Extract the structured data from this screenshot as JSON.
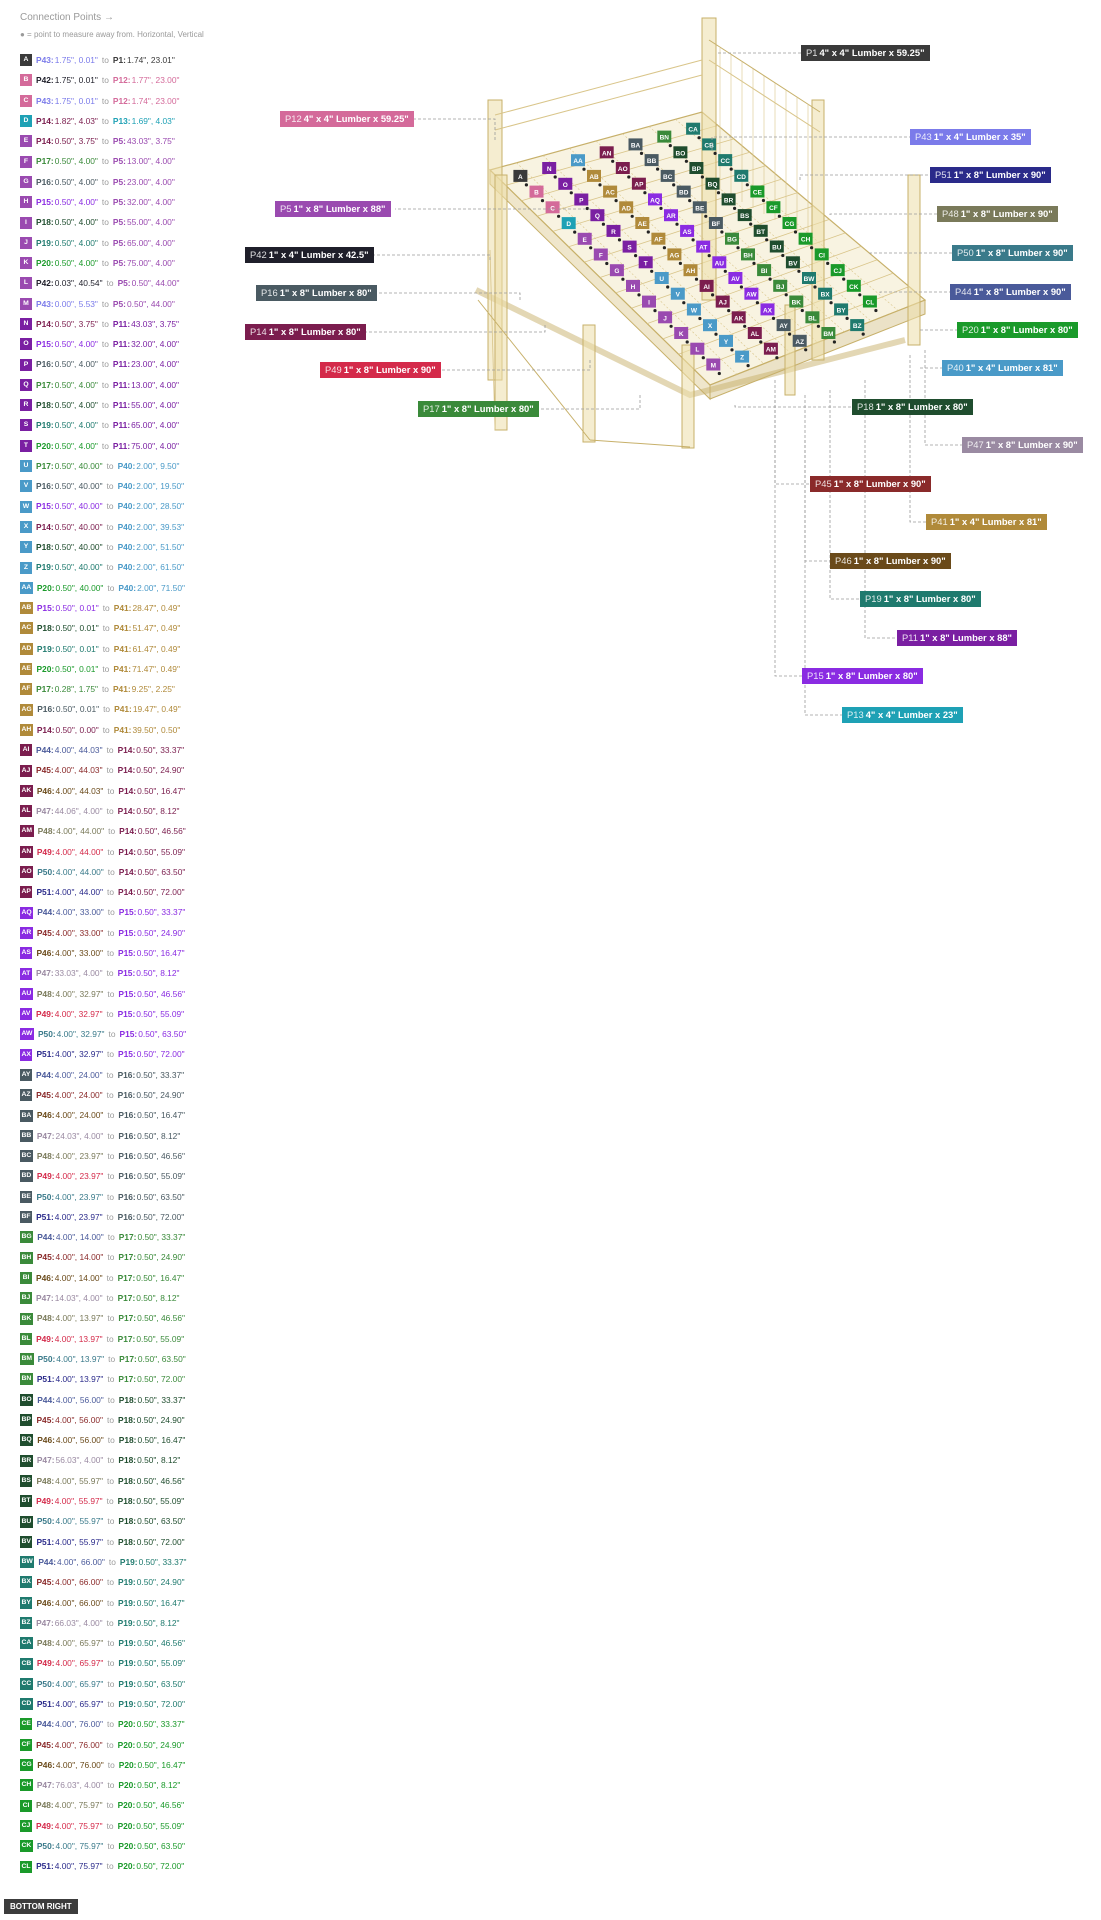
{
  "header": {
    "title": "Connection Points →",
    "note": "● = point to measure away from. Horizontal, Vertical"
  },
  "colors": {
    "P1": "#3a3a3a",
    "P11": "#7a1fa2",
    "P12": "#d46a9a",
    "P13": "#1ea1b5",
    "P14": "#7b1d4e",
    "P15": "#8a2be2",
    "P16": "#4a5a62",
    "P17": "#3a8a3a",
    "P18": "#1f4d2e",
    "P19": "#1f7a6e",
    "P20": "#1a9a2a",
    "P40": "#4a9ac8",
    "P41": "#b08a3a",
    "P42": "#1f1f2a",
    "P43": "#7b7bea",
    "P44": "#4a5a9a",
    "P45": "#8a2a2a",
    "P46": "#6a4a1a",
    "P47": "#9a8aa2",
    "P48": "#7a7a5a",
    "P49": "#d42a4a",
    "P5": "#9a4ab0",
    "P50": "#3a7a8a",
    "P51": "#2a2a8a"
  },
  "connections": [
    {
      "id": "A",
      "a": "P43",
      "ac": "1.75\", 0.01\"",
      "b": "P1",
      "bc": "1.74\", 23.01\""
    },
    {
      "id": "B",
      "a": "P42",
      "ac": "1.75\", 0.01\"",
      "b": "P12",
      "bc": "1.77\", 23.00\""
    },
    {
      "id": "C",
      "a": "P43",
      "ac": "1.75\", 0.01\"",
      "b": "P12",
      "bc": "1.74\", 23.00\""
    },
    {
      "id": "D",
      "a": "P14",
      "ac": "1.82\", 4.03\"",
      "b": "P13",
      "bc": "1.69\", 4.03\""
    },
    {
      "id": "E",
      "a": "P14",
      "ac": "0.50\", 3.75\"",
      "b": "P5",
      "bc": "43.03\", 3.75\""
    },
    {
      "id": "F",
      "a": "P17",
      "ac": "0.50\", 4.00\"",
      "b": "P5",
      "bc": "13.00\", 4.00\""
    },
    {
      "id": "G",
      "a": "P16",
      "ac": "0.50\", 4.00\"",
      "b": "P5",
      "bc": "23.00\", 4.00\""
    },
    {
      "id": "H",
      "a": "P15",
      "ac": "0.50\", 4.00\"",
      "b": "P5",
      "bc": "32.00\", 4.00\""
    },
    {
      "id": "I",
      "a": "P18",
      "ac": "0.50\", 4.00\"",
      "b": "P5",
      "bc": "55.00\", 4.00\""
    },
    {
      "id": "J",
      "a": "P19",
      "ac": "0.50\", 4.00\"",
      "b": "P5",
      "bc": "65.00\", 4.00\""
    },
    {
      "id": "K",
      "a": "P20",
      "ac": "0.50\", 4.00\"",
      "b": "P5",
      "bc": "75.00\", 4.00\""
    },
    {
      "id": "L",
      "a": "P42",
      "ac": "0.03\", 40.54\"",
      "b": "P5",
      "bc": "0.50\", 44.00\""
    },
    {
      "id": "M",
      "a": "P43",
      "ac": "0.00\", 5.53\"",
      "b": "P5",
      "bc": "0.50\", 44.00\""
    },
    {
      "id": "N",
      "a": "P14",
      "ac": "0.50\", 3.75\"",
      "b": "P11",
      "bc": "43.03\", 3.75\""
    },
    {
      "id": "O",
      "a": "P15",
      "ac": "0.50\", 4.00\"",
      "b": "P11",
      "bc": "32.00\", 4.00\""
    },
    {
      "id": "P",
      "a": "P16",
      "ac": "0.50\", 4.00\"",
      "b": "P11",
      "bc": "23.00\", 4.00\""
    },
    {
      "id": "Q",
      "a": "P17",
      "ac": "0.50\", 4.00\"",
      "b": "P11",
      "bc": "13.00\", 4.00\""
    },
    {
      "id": "R",
      "a": "P18",
      "ac": "0.50\", 4.00\"",
      "b": "P11",
      "bc": "55.00\", 4.00\""
    },
    {
      "id": "S",
      "a": "P19",
      "ac": "0.50\", 4.00\"",
      "b": "P11",
      "bc": "65.00\", 4.00\""
    },
    {
      "id": "T",
      "a": "P20",
      "ac": "0.50\", 4.00\"",
      "b": "P11",
      "bc": "75.00\", 4.00\""
    },
    {
      "id": "U",
      "a": "P17",
      "ac": "0.50\", 40.00\"",
      "b": "P40",
      "bc": "2.00\", 9.50\""
    },
    {
      "id": "V",
      "a": "P16",
      "ac": "0.50\", 40.00\"",
      "b": "P40",
      "bc": "2.00\", 19.50\""
    },
    {
      "id": "W",
      "a": "P15",
      "ac": "0.50\", 40.00\"",
      "b": "P40",
      "bc": "2.00\", 28.50\""
    },
    {
      "id": "X",
      "a": "P14",
      "ac": "0.50\", 40.00\"",
      "b": "P40",
      "bc": "2.00\", 39.53\""
    },
    {
      "id": "Y",
      "a": "P18",
      "ac": "0.50\", 40.00\"",
      "b": "P40",
      "bc": "2.00\", 51.50\""
    },
    {
      "id": "Z",
      "a": "P19",
      "ac": "0.50\", 40.00\"",
      "b": "P40",
      "bc": "2.00\", 61.50\""
    },
    {
      "id": "AA",
      "a": "P20",
      "ac": "0.50\", 40.00\"",
      "b": "P40",
      "bc": "2.00\", 71.50\""
    },
    {
      "id": "AB",
      "a": "P15",
      "ac": "0.50\", 0.01\"",
      "b": "P41",
      "bc": "28.47\", 0.49\""
    },
    {
      "id": "AC",
      "a": "P18",
      "ac": "0.50\", 0.01\"",
      "b": "P41",
      "bc": "51.47\", 0.49\""
    },
    {
      "id": "AD",
      "a": "P19",
      "ac": "0.50\", 0.01\"",
      "b": "P41",
      "bc": "61.47\", 0.49\""
    },
    {
      "id": "AE",
      "a": "P20",
      "ac": "0.50\", 0.01\"",
      "b": "P41",
      "bc": "71.47\", 0.49\""
    },
    {
      "id": "AF",
      "a": "P17",
      "ac": "0.28\", 1.75\"",
      "b": "P41",
      "bc": "9.25\", 2.25\""
    },
    {
      "id": "AG",
      "a": "P16",
      "ac": "0.50\", 0.01\"",
      "b": "P41",
      "bc": "19.47\", 0.49\""
    },
    {
      "id": "AH",
      "a": "P14",
      "ac": "0.50\", 0.00\"",
      "b": "P41",
      "bc": "39.50\", 0.50\""
    },
    {
      "id": "AI",
      "a": "P44",
      "ac": "4.00\", 44.03\"",
      "b": "P14",
      "bc": "0.50\", 33.37\""
    },
    {
      "id": "AJ",
      "a": "P45",
      "ac": "4.00\", 44.03\"",
      "b": "P14",
      "bc": "0.50\", 24.90\""
    },
    {
      "id": "AK",
      "a": "P46",
      "ac": "4.00\", 44.03\"",
      "b": "P14",
      "bc": "0.50\", 16.47\""
    },
    {
      "id": "AL",
      "a": "P47",
      "ac": "44.06\", 4.00\"",
      "b": "P14",
      "bc": "0.50\", 8.12\""
    },
    {
      "id": "AM",
      "a": "P48",
      "ac": "4.00\", 44.00\"",
      "b": "P14",
      "bc": "0.50\", 46.56\""
    },
    {
      "id": "AN",
      "a": "P49",
      "ac": "4.00\", 44.00\"",
      "b": "P14",
      "bc": "0.50\", 55.09\""
    },
    {
      "id": "AO",
      "a": "P50",
      "ac": "4.00\", 44.00\"",
      "b": "P14",
      "bc": "0.50\", 63.50\""
    },
    {
      "id": "AP",
      "a": "P51",
      "ac": "4.00\", 44.00\"",
      "b": "P14",
      "bc": "0.50\", 72.00\""
    },
    {
      "id": "AQ",
      "a": "P44",
      "ac": "4.00\", 33.00\"",
      "b": "P15",
      "bc": "0.50\", 33.37\""
    },
    {
      "id": "AR",
      "a": "P45",
      "ac": "4.00\", 33.00\"",
      "b": "P15",
      "bc": "0.50\", 24.90\""
    },
    {
      "id": "AS",
      "a": "P46",
      "ac": "4.00\", 33.00\"",
      "b": "P15",
      "bc": "0.50\", 16.47\""
    },
    {
      "id": "AT",
      "a": "P47",
      "ac": "33.03\", 4.00\"",
      "b": "P15",
      "bc": "0.50\", 8.12\""
    },
    {
      "id": "AU",
      "a": "P48",
      "ac": "4.00\", 32.97\"",
      "b": "P15",
      "bc": "0.50\", 46.56\""
    },
    {
      "id": "AV",
      "a": "P49",
      "ac": "4.00\", 32.97\"",
      "b": "P15",
      "bc": "0.50\", 55.09\""
    },
    {
      "id": "AW",
      "a": "P50",
      "ac": "4.00\", 32.97\"",
      "b": "P15",
      "bc": "0.50\", 63.50\""
    },
    {
      "id": "AX",
      "a": "P51",
      "ac": "4.00\", 32.97\"",
      "b": "P15",
      "bc": "0.50\", 72.00\""
    },
    {
      "id": "AY",
      "a": "P44",
      "ac": "4.00\", 24.00\"",
      "b": "P16",
      "bc": "0.50\", 33.37\""
    },
    {
      "id": "AZ",
      "a": "P45",
      "ac": "4.00\", 24.00\"",
      "b": "P16",
      "bc": "0.50\", 24.90\""
    },
    {
      "id": "BA",
      "a": "P46",
      "ac": "4.00\", 24.00\"",
      "b": "P16",
      "bc": "0.50\", 16.47\""
    },
    {
      "id": "BB",
      "a": "P47",
      "ac": "24.03\", 4.00\"",
      "b": "P16",
      "bc": "0.50\", 8.12\""
    },
    {
      "id": "BC",
      "a": "P48",
      "ac": "4.00\", 23.97\"",
      "b": "P16",
      "bc": "0.50\", 46.56\""
    },
    {
      "id": "BD",
      "a": "P49",
      "ac": "4.00\", 23.97\"",
      "b": "P16",
      "bc": "0.50\", 55.09\""
    },
    {
      "id": "BE",
      "a": "P50",
      "ac": "4.00\", 23.97\"",
      "b": "P16",
      "bc": "0.50\", 63.50\""
    },
    {
      "id": "BF",
      "a": "P51",
      "ac": "4.00\", 23.97\"",
      "b": "P16",
      "bc": "0.50\", 72.00\""
    },
    {
      "id": "BG",
      "a": "P44",
      "ac": "4.00\", 14.00\"",
      "b": "P17",
      "bc": "0.50\", 33.37\""
    },
    {
      "id": "BH",
      "a": "P45",
      "ac": "4.00\", 14.00\"",
      "b": "P17",
      "bc": "0.50\", 24.90\""
    },
    {
      "id": "BI",
      "a": "P46",
      "ac": "4.00\", 14.00\"",
      "b": "P17",
      "bc": "0.50\", 16.47\""
    },
    {
      "id": "BJ",
      "a": "P47",
      "ac": "14.03\", 4.00\"",
      "b": "P17",
      "bc": "0.50\", 8.12\""
    },
    {
      "id": "BK",
      "a": "P48",
      "ac": "4.00\", 13.97\"",
      "b": "P17",
      "bc": "0.50\", 46.56\""
    },
    {
      "id": "BL",
      "a": "P49",
      "ac": "4.00\", 13.97\"",
      "b": "P17",
      "bc": "0.50\", 55.09\""
    },
    {
      "id": "BM",
      "a": "P50",
      "ac": "4.00\", 13.97\"",
      "b": "P17",
      "bc": "0.50\", 63.50\""
    },
    {
      "id": "BN",
      "a": "P51",
      "ac": "4.00\", 13.97\"",
      "b": "P17",
      "bc": "0.50\", 72.00\""
    },
    {
      "id": "BO",
      "a": "P44",
      "ac": "4.00\", 56.00\"",
      "b": "P18",
      "bc": "0.50\", 33.37\""
    },
    {
      "id": "BP",
      "a": "P45",
      "ac": "4.00\", 56.00\"",
      "b": "P18",
      "bc": "0.50\", 24.90\""
    },
    {
      "id": "BQ",
      "a": "P46",
      "ac": "4.00\", 56.00\"",
      "b": "P18",
      "bc": "0.50\", 16.47\""
    },
    {
      "id": "BR",
      "a": "P47",
      "ac": "56.03\", 4.00\"",
      "b": "P18",
      "bc": "0.50\", 8.12\""
    },
    {
      "id": "BS",
      "a": "P48",
      "ac": "4.00\", 55.97\"",
      "b": "P18",
      "bc": "0.50\", 46.56\""
    },
    {
      "id": "BT",
      "a": "P49",
      "ac": "4.00\", 55.97\"",
      "b": "P18",
      "bc": "0.50\", 55.09\""
    },
    {
      "id": "BU",
      "a": "P50",
      "ac": "4.00\", 55.97\"",
      "b": "P18",
      "bc": "0.50\", 63.50\""
    },
    {
      "id": "BV",
      "a": "P51",
      "ac": "4.00\", 55.97\"",
      "b": "P18",
      "bc": "0.50\", 72.00\""
    },
    {
      "id": "BW",
      "a": "P44",
      "ac": "4.00\", 66.00\"",
      "b": "P19",
      "bc": "0.50\", 33.37\""
    },
    {
      "id": "BX",
      "a": "P45",
      "ac": "4.00\", 66.00\"",
      "b": "P19",
      "bc": "0.50\", 24.90\""
    },
    {
      "id": "BY",
      "a": "P46",
      "ac": "4.00\", 66.00\"",
      "b": "P19",
      "bc": "0.50\", 16.47\""
    },
    {
      "id": "BZ",
      "a": "P47",
      "ac": "66.03\", 4.00\"",
      "b": "P19",
      "bc": "0.50\", 8.12\""
    },
    {
      "id": "CA",
      "a": "P48",
      "ac": "4.00\", 65.97\"",
      "b": "P19",
      "bc": "0.50\", 46.56\""
    },
    {
      "id": "CB",
      "a": "P49",
      "ac": "4.00\", 65.97\"",
      "b": "P19",
      "bc": "0.50\", 55.09\""
    },
    {
      "id": "CC",
      "a": "P50",
      "ac": "4.00\", 65.97\"",
      "b": "P19",
      "bc": "0.50\", 63.50\""
    },
    {
      "id": "CD",
      "a": "P51",
      "ac": "4.00\", 65.97\"",
      "b": "P19",
      "bc": "0.50\", 72.00\""
    },
    {
      "id": "CE",
      "a": "P44",
      "ac": "4.00\", 76.00\"",
      "b": "P20",
      "bc": "0.50\", 33.37\""
    },
    {
      "id": "CF",
      "a": "P45",
      "ac": "4.00\", 76.00\"",
      "b": "P20",
      "bc": "0.50\", 24.90\""
    },
    {
      "id": "CG",
      "a": "P46",
      "ac": "4.00\", 76.00\"",
      "b": "P20",
      "bc": "0.50\", 16.47\""
    },
    {
      "id": "CH",
      "a": "P47",
      "ac": "76.03\", 4.00\"",
      "b": "P20",
      "bc": "0.50\", 8.12\""
    },
    {
      "id": "CI",
      "a": "P48",
      "ac": "4.00\", 75.97\"",
      "b": "P20",
      "bc": "0.50\", 46.56\""
    },
    {
      "id": "CJ",
      "a": "P49",
      "ac": "4.00\", 75.97\"",
      "b": "P20",
      "bc": "0.50\", 55.09\""
    },
    {
      "id": "CK",
      "a": "P50",
      "ac": "4.00\", 75.97\"",
      "b": "P20",
      "bc": "0.50\", 63.50\""
    },
    {
      "id": "CL",
      "a": "P51",
      "ac": "4.00\", 75.97\"",
      "b": "P20",
      "bc": "0.50\", 72.00\""
    }
  ],
  "parts": [
    {
      "id": "P1",
      "label": "4\" x 4\" Lumber x 59.25\""
    },
    {
      "id": "P12",
      "label": "4\" x 4\" Lumber x 59.25\""
    },
    {
      "id": "P43",
      "label": "1\" x 4\" Lumber  x 35\""
    },
    {
      "id": "P51",
      "label": "1\" x 8\" Lumber x 90\""
    },
    {
      "id": "P5",
      "label": "1\" x 8\" Lumber x 88\""
    },
    {
      "id": "P48",
      "label": "1\" x 8\" Lumber x 90\""
    },
    {
      "id": "P42",
      "label": "1\" x 4\" Lumber  x 42.5\""
    },
    {
      "id": "P50",
      "label": "1\" x 8\" Lumber x 90\""
    },
    {
      "id": "P16",
      "label": "1\" x 8\" Lumber x 80\""
    },
    {
      "id": "P44",
      "label": "1\" x 8\" Lumber x 90\""
    },
    {
      "id": "P14",
      "label": "1\" x 8\" Lumber x 80\""
    },
    {
      "id": "P20",
      "label": "1\" x 8\" Lumber x 80\""
    },
    {
      "id": "P49",
      "label": "1\" x 8\" Lumber x 90\""
    },
    {
      "id": "P40",
      "label": "1\" x 4\" Lumber  x 81\""
    },
    {
      "id": "P17",
      "label": "1\" x 8\" Lumber x 80\""
    },
    {
      "id": "P18",
      "label": "1\" x 8\" Lumber x 80\""
    },
    {
      "id": "P47",
      "label": "1\" x 8\" Lumber x 90\""
    },
    {
      "id": "P45",
      "label": "1\" x 8\" Lumber x 90\""
    },
    {
      "id": "P41",
      "label": "1\" x 4\" Lumber  x 81\""
    },
    {
      "id": "P46",
      "label": "1\" x 8\" Lumber x 90\""
    },
    {
      "id": "P19",
      "label": "1\" x 8\" Lumber x 80\""
    },
    {
      "id": "P11",
      "label": "1\" x 8\" Lumber x 88\""
    },
    {
      "id": "P15",
      "label": "1\" x 8\" Lumber x 80\""
    },
    {
      "id": "P13",
      "label": "4\" x 4\" Lumber x 23\""
    }
  ],
  "corner_button": "BOTTOM RIGHT"
}
